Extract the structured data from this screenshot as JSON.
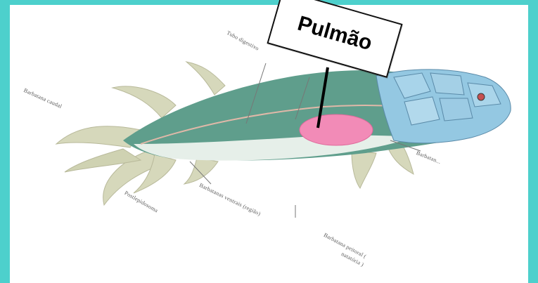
{
  "title_sign": "Pulmão",
  "labels": {
    "fin_caudal": "Barbatana caudal",
    "tubo_digestivo": "Tubo digestivo",
    "postlepido": "Postlepidosoma",
    "barbatana_ventral": "Barbatanas ventrais (região)",
    "barbatana_peitoral_1": "Barbatana peitoral (",
    "barbatana_peitoral_2": "natatória )",
    "barbatana": "Barbatan..."
  },
  "colors": {
    "frame": "#4dd0cc",
    "body_green": "#5a9a8a",
    "belly": "#e8f0ec",
    "fins": "#d8d9bf",
    "head_blue": "#8ec5e0",
    "lung_pink": "#f28bb7"
  }
}
